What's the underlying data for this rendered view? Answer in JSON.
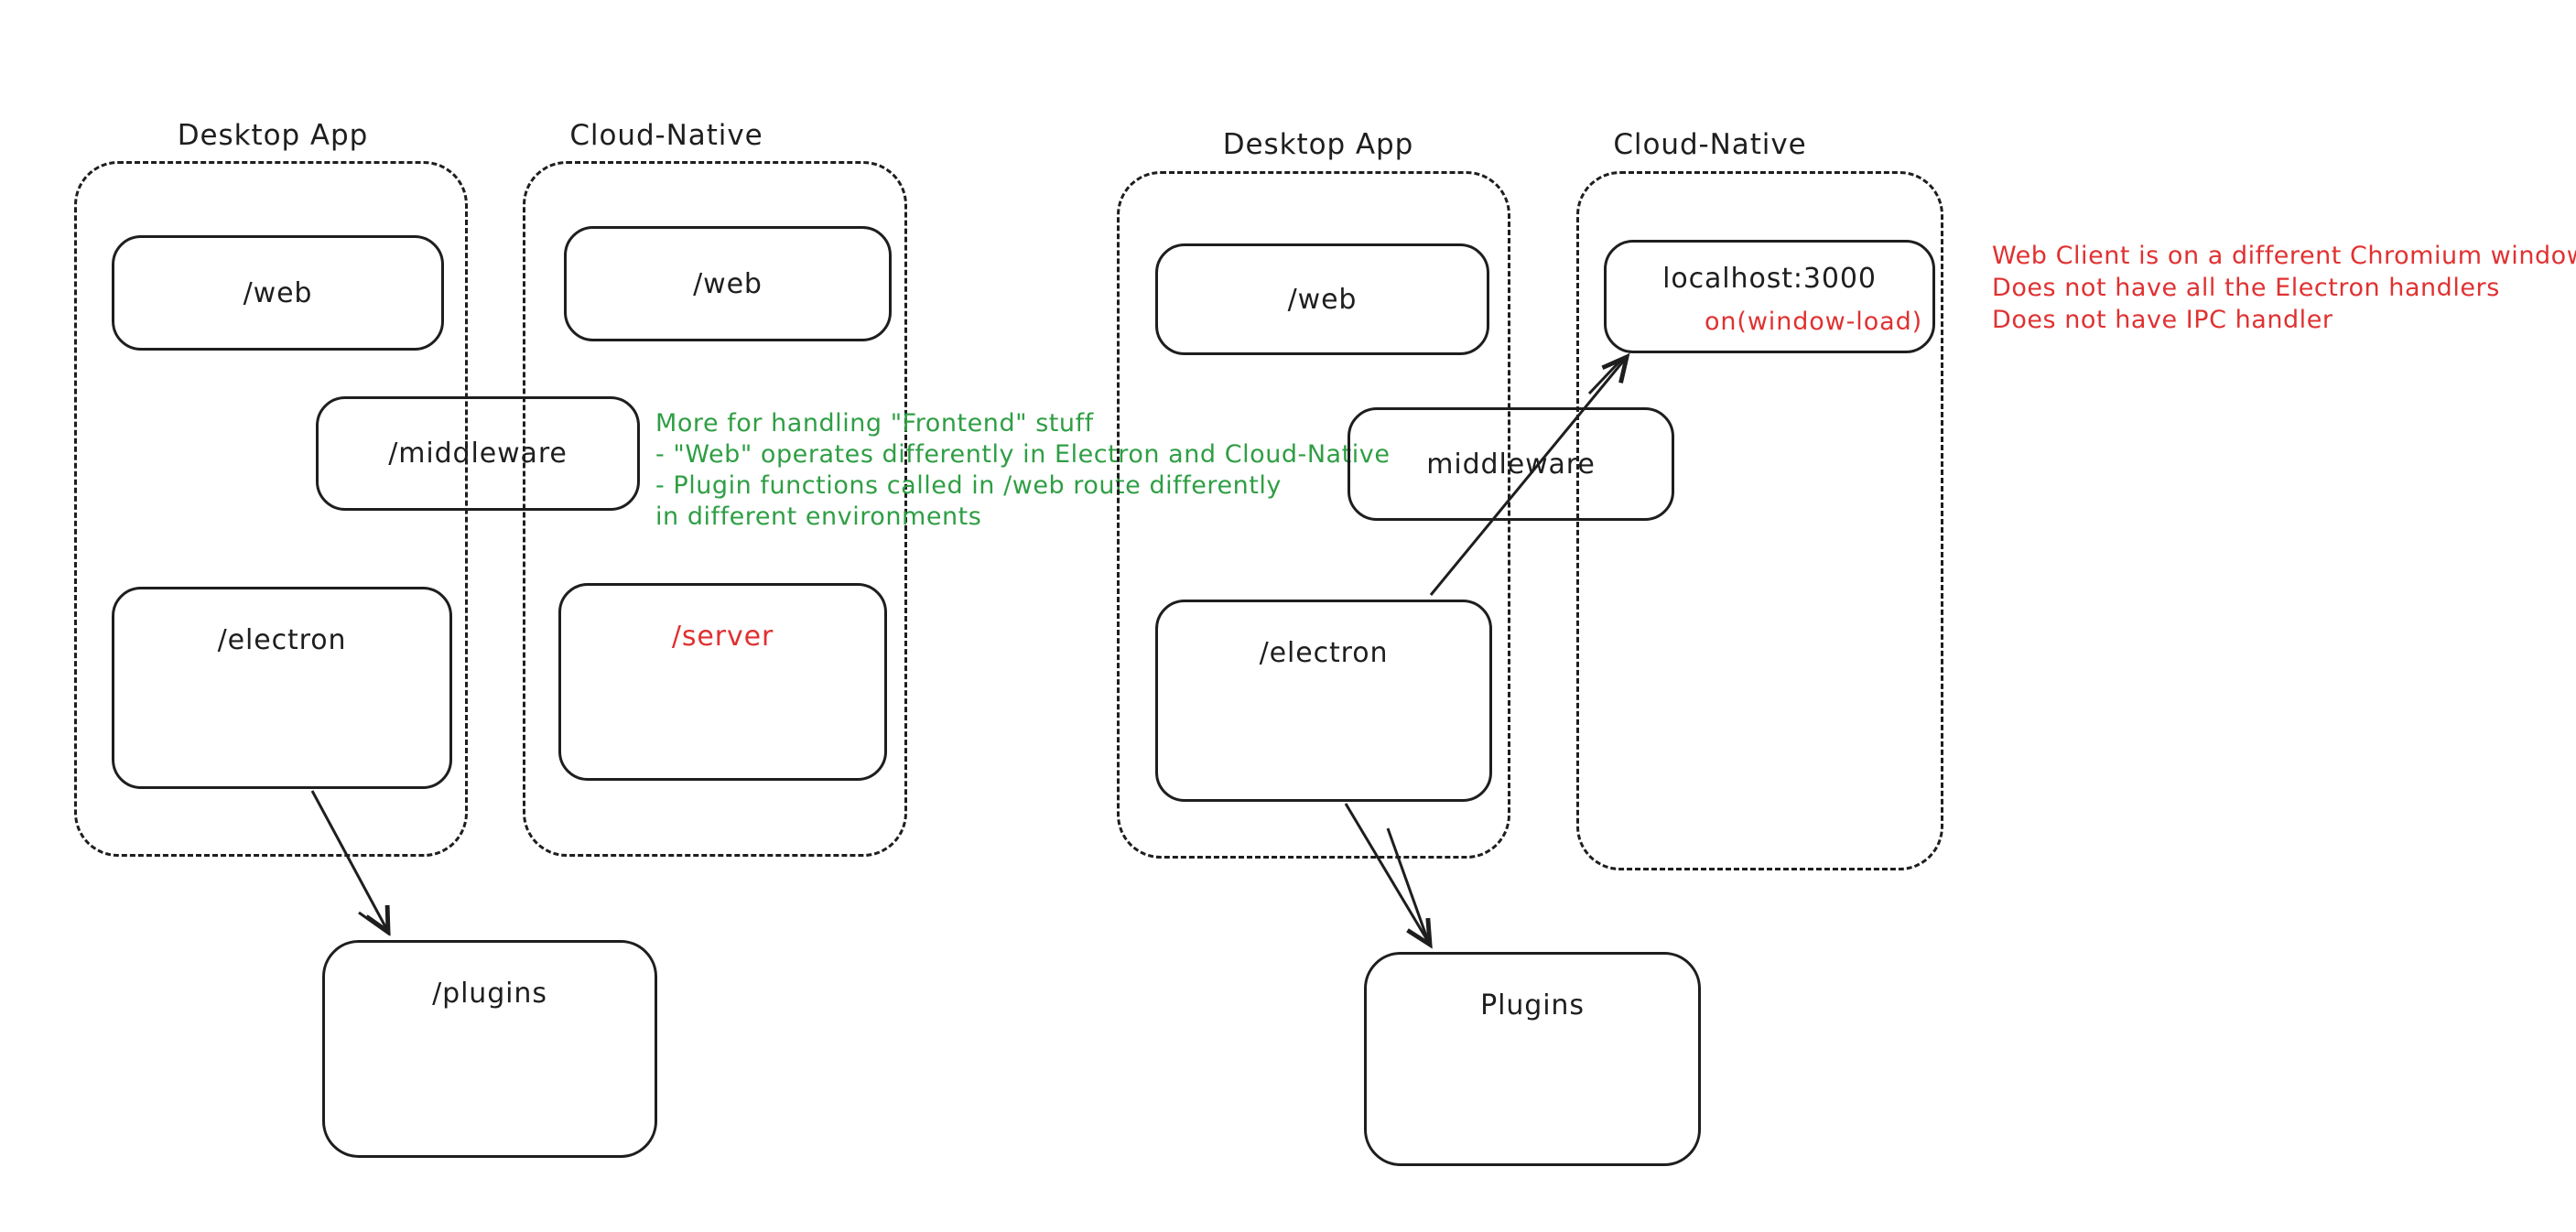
{
  "colors": {
    "stroke": "#1e1e1e",
    "green": "#2f9e44",
    "red": "#e03131",
    "background": "#ffffff"
  },
  "left_diagram": {
    "desktop_group": {
      "label": "Desktop App",
      "web": "/web",
      "electron": "/electron"
    },
    "cloud_group": {
      "label": "Cloud-Native",
      "web": "/web",
      "server": "/server"
    },
    "middleware": "/middleware",
    "plugins": "/plugins"
  },
  "right_diagram": {
    "desktop_group": {
      "label": "Desktop App",
      "web": "/web",
      "electron": "/electron"
    },
    "cloud_group": {
      "label": "Cloud-Native",
      "localhost": "localhost:3000",
      "window_load": "on(window-load)"
    },
    "middleware": "middleware",
    "plugins": "Plugins"
  },
  "annotations": {
    "green_note": {
      "lines": [
        "More for handling \"Frontend\" stuff",
        "- \"Web\" operates differently in Electron and Cloud-Native",
        "- Plugin functions called in /web route differently",
        "in different environments"
      ]
    },
    "red_note": {
      "lines": [
        "Web Client is on a different Chromium window",
        "Does not have all the Electron handlers",
        "Does not have IPC handler"
      ]
    }
  }
}
